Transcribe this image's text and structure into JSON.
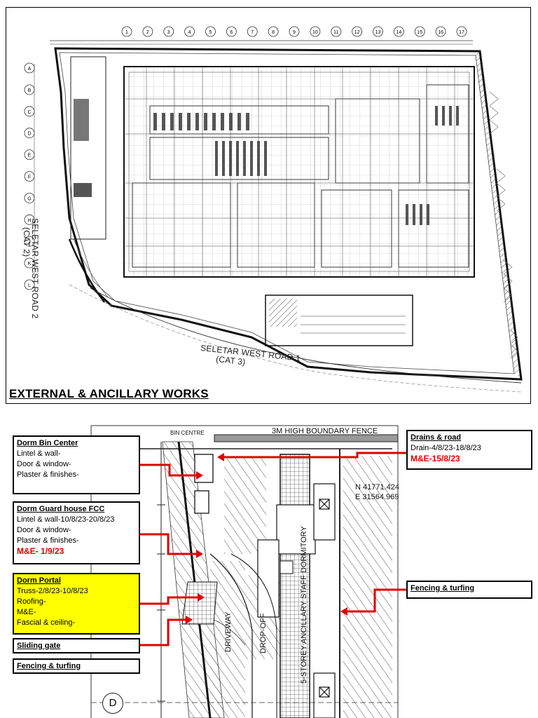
{
  "top_panel": {
    "title": "EXTERNAL & ANCILLARY WORKS",
    "road_west": "SELETAR WEST ROAD 2",
    "road_west_cat": "(CAT 2)",
    "road_south": "SELETAR WEST ROAD 1",
    "road_south_cat": "(CAT 3)",
    "grid_columns": [
      "1",
      "2",
      "3",
      "4",
      "5",
      "6",
      "7",
      "8",
      "9",
      "10",
      "11",
      "12",
      "13",
      "14",
      "15",
      "16",
      "17"
    ],
    "grid_rows": [
      "A",
      "B",
      "C",
      "D",
      "E",
      "F",
      "G",
      "H",
      "J",
      "K",
      "L"
    ]
  },
  "bottom_panel": {
    "fence_label": "3M HIGH BOUNDARY FENCE",
    "bin_centre_label": "BIN CENTRE",
    "north_coord": "N 41771.424",
    "east_coord": "E 31564.969",
    "driveway_label": "DRIVEWAY",
    "dropoff_label": "DROP-OFF",
    "dorm_label": "5-STOREY ANCILLARY STAFF DORMITORY",
    "grid_d": "D"
  },
  "callouts": {
    "bin_center": {
      "heading": "Dorm Bin Center",
      "lines": [
        "Lintel & wall-",
        "Door & window-",
        "Plaster & finishes-"
      ]
    },
    "guard_house": {
      "heading": "Dorm Guard house FCC",
      "lines": [
        "Lintel & wall-10/8/23-20/8/23",
        "Door & window-",
        "Plaster & finishes-"
      ],
      "red_line": "M&E- 1/9/23"
    },
    "portal": {
      "heading": "Dorm Portal",
      "lines": [
        "Truss-2/8/23-10/8/23",
        "Roofing-",
        "M&E-",
        "Fascial & ceiling-"
      ]
    },
    "sliding_gate": {
      "heading": "Sliding gate"
    },
    "fencing_left": {
      "heading": "Fencing & turfing"
    },
    "drains_road": {
      "heading": "Drains & road",
      "lines": [
        "Drain-4/8/23-18/8/23"
      ],
      "red_line": "M&E-15/8/23"
    },
    "fencing_right": {
      "heading": "Fencing & turfing"
    }
  },
  "colors": {
    "arrow": "#e00000",
    "portal_highlight": "#ffff00",
    "line": "#222222"
  }
}
